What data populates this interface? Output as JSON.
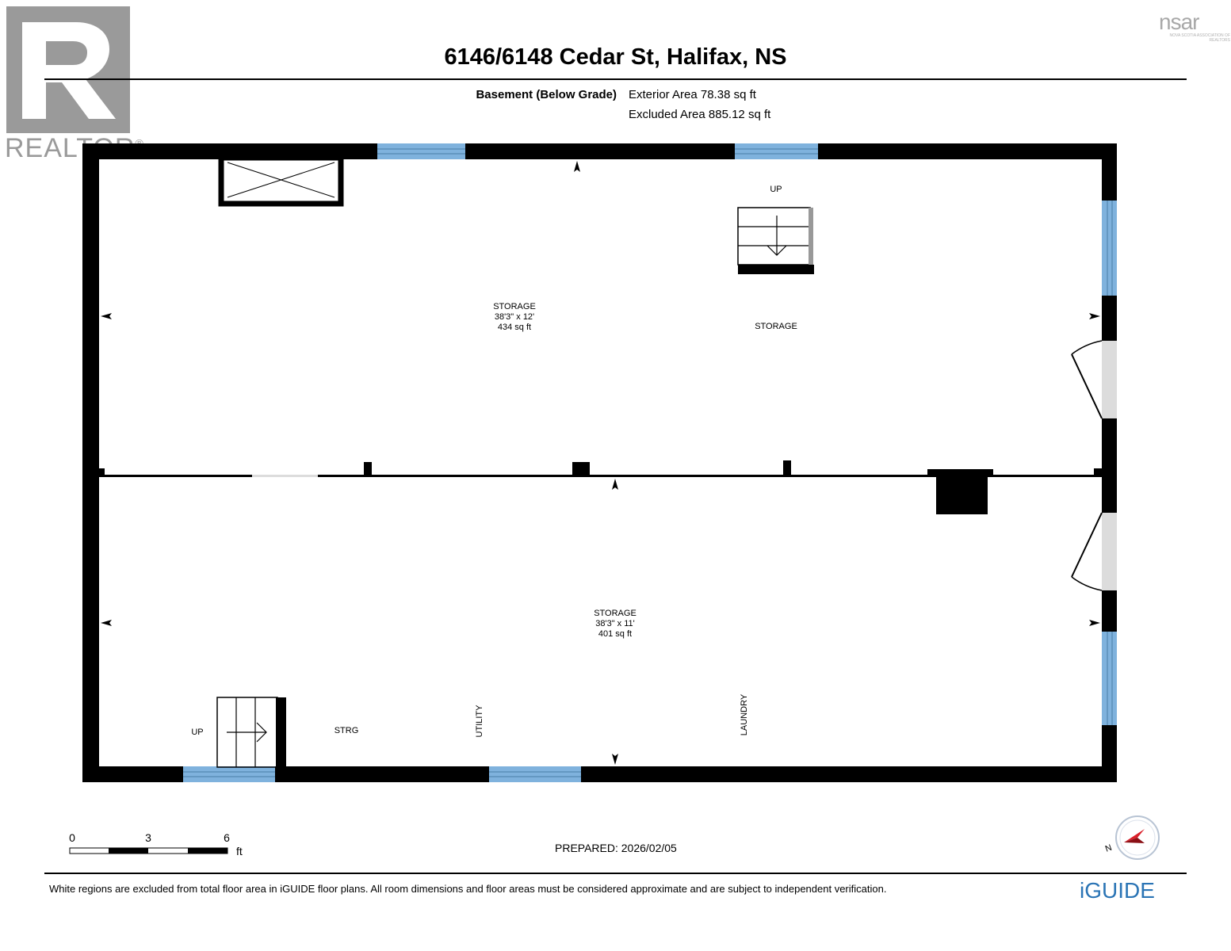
{
  "header": {
    "title": "6146/6148 Cedar St, Halifax, NS",
    "floor_name": "Basement (Below Grade)",
    "exterior_area": "Exterior Area 78.38 sq ft",
    "excluded_area": "Excluded Area 885.12 sq ft"
  },
  "logos": {
    "realtor": "REALTOR",
    "realtor_mark": "®",
    "nsar": "nsar",
    "nsar_sub": "NOVA SCOTIA ASSOCIATION OF REALTORS",
    "iguide": "iGUIDE"
  },
  "rooms": {
    "upper_storage": {
      "name": "STORAGE",
      "dims": "38'3\" x 12'",
      "area": "434 sq ft"
    },
    "upper_storage_right": {
      "name": "STORAGE"
    },
    "upper_stairs": {
      "label": "UP"
    },
    "lower_storage": {
      "name": "STORAGE",
      "dims": "38'3\" x 11'",
      "area": "401 sq ft"
    },
    "lower_stairs": {
      "label": "UP"
    },
    "strg": {
      "name": "STRG"
    },
    "utility": {
      "name": "UTILITY"
    },
    "laundry": {
      "name": "LAUNDRY"
    }
  },
  "scale": {
    "ticks": [
      "0",
      "3",
      "6"
    ],
    "unit": "ft"
  },
  "compass": {
    "north": "N"
  },
  "footer": {
    "prepared": "PREPARED: 2026/02/05",
    "disclaimer": "White regions are excluded from total floor area in iGUIDE floor plans. All room dimensions and floor areas must be considered approximate and are subject to independent verification."
  },
  "colors": {
    "wall": "#000000",
    "window": "#7fb2dd",
    "door_swing": "#dcdcdc",
    "iguide_blue": "#2a74b5"
  }
}
